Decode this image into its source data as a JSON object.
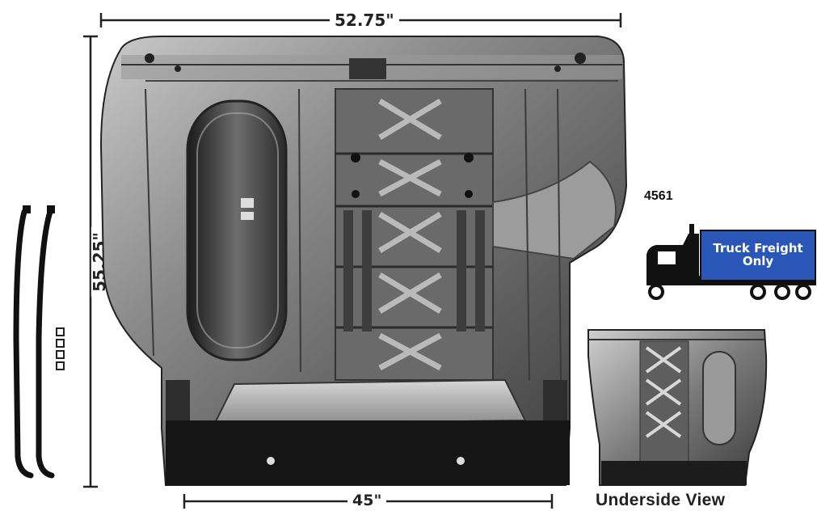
{
  "dimensions": {
    "top_width": "52.75\"",
    "height": "55.25\"",
    "bottom_width": "45\""
  },
  "part_number": "4561",
  "shipping_badge": {
    "line1": "Truck Freight",
    "line2": "Only",
    "color": "#2a56b8"
  },
  "underside_caption": "Underside View"
}
